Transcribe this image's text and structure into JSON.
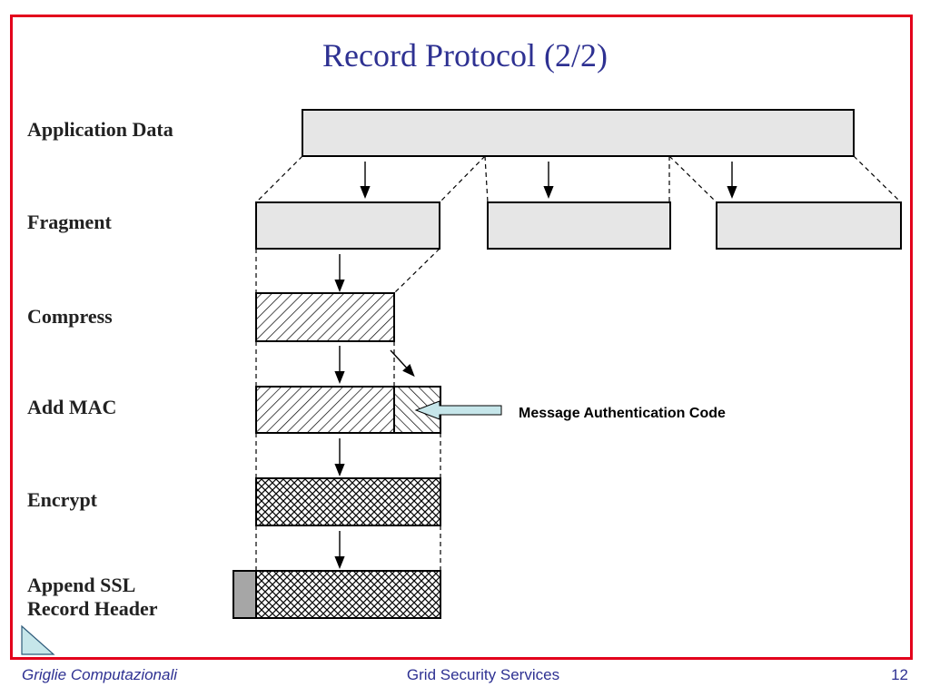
{
  "slide": {
    "title": "Record Protocol (2/2)"
  },
  "steps": [
    {
      "id": "application-data",
      "label": "Application Data"
    },
    {
      "id": "fragment",
      "label": "Fragment"
    },
    {
      "id": "compress",
      "label": "Compress"
    },
    {
      "id": "add-mac",
      "label": "Add MAC"
    },
    {
      "id": "encrypt",
      "label": "Encrypt"
    },
    {
      "id": "append-header",
      "label": "Append SSL\nRecord Header"
    }
  ],
  "annotations": {
    "mac": "Message Authentication Code"
  },
  "footer": {
    "left": "Griglie Computazionali",
    "center": "Grid Security Services",
    "page": "12"
  },
  "colors": {
    "frame": "#e3001b",
    "title": "#2e3192",
    "box_fill": "#e6e6e6",
    "arrow_fill": "#c6e6ea",
    "header_fill": "#a6a6a6"
  }
}
